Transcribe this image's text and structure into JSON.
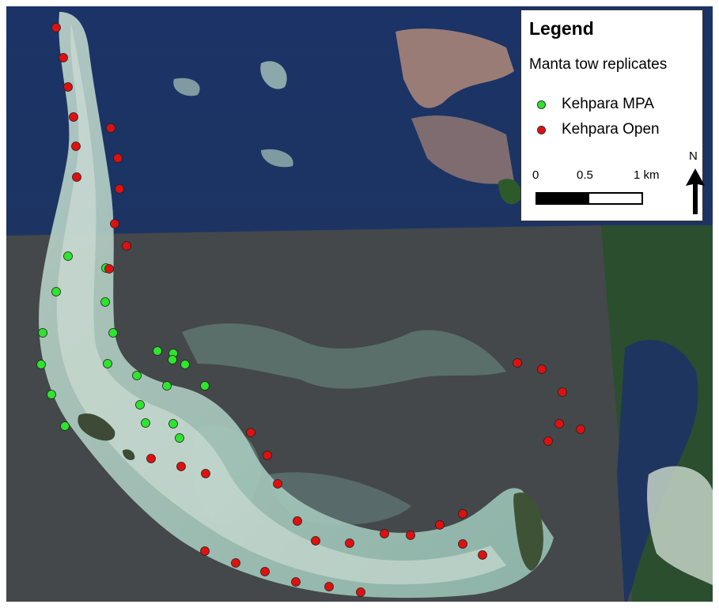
{
  "legend": {
    "title": "Legend",
    "subtitle": "Manta tow replicates",
    "items": [
      {
        "label": "Kehpara MPA",
        "color": "#2ee52e"
      },
      {
        "label": "Kehpara Open",
        "color": "#e01010"
      }
    ]
  },
  "scale_bar": {
    "labels": [
      "0",
      "0.5",
      "1 km"
    ]
  },
  "north_arrow": {
    "label": "N"
  },
  "colors": {
    "deep_water": "#1d3562",
    "reef": "#a7c9bd",
    "land": "#2e5a2a",
    "mpa_marker": "#2ee52e",
    "open_marker": "#e01010"
  },
  "sites": {
    "mpa": [
      [
        86,
        324
      ],
      [
        134,
        339
      ],
      [
        71,
        369
      ],
      [
        133,
        382
      ],
      [
        54,
        421
      ],
      [
        143,
        421
      ],
      [
        52,
        461
      ],
      [
        136,
        460
      ],
      [
        199,
        444
      ],
      [
        219,
        447
      ],
      [
        218,
        455
      ],
      [
        234,
        461
      ],
      [
        173,
        475
      ],
      [
        211,
        488
      ],
      [
        259,
        488
      ],
      [
        65,
        499
      ],
      [
        177,
        512
      ],
      [
        82,
        539
      ],
      [
        184,
        535
      ],
      [
        219,
        536
      ],
      [
        227,
        554
      ]
    ],
    "open": [
      [
        71,
        35
      ],
      [
        80,
        73
      ],
      [
        86,
        110
      ],
      [
        93,
        148
      ],
      [
        140,
        162
      ],
      [
        96,
        185
      ],
      [
        149,
        200
      ],
      [
        97,
        224
      ],
      [
        151,
        239
      ],
      [
        145,
        283
      ],
      [
        160,
        311
      ],
      [
        138,
        340
      ],
      [
        654,
        459
      ],
      [
        685,
        467
      ],
      [
        711,
        496
      ],
      [
        707,
        536
      ],
      [
        734,
        543
      ],
      [
        693,
        558
      ],
      [
        317,
        547
      ],
      [
        338,
        576
      ],
      [
        191,
        580
      ],
      [
        229,
        590
      ],
      [
        260,
        599
      ],
      [
        351,
        612
      ],
      [
        585,
        650
      ],
      [
        556,
        664
      ],
      [
        376,
        659
      ],
      [
        486,
        675
      ],
      [
        519,
        677
      ],
      [
        399,
        684
      ],
      [
        442,
        687
      ],
      [
        585,
        688
      ],
      [
        610,
        702
      ],
      [
        259,
        697
      ],
      [
        298,
        712
      ],
      [
        335,
        723
      ],
      [
        374,
        736
      ],
      [
        416,
        742
      ],
      [
        456,
        749
      ]
    ]
  }
}
